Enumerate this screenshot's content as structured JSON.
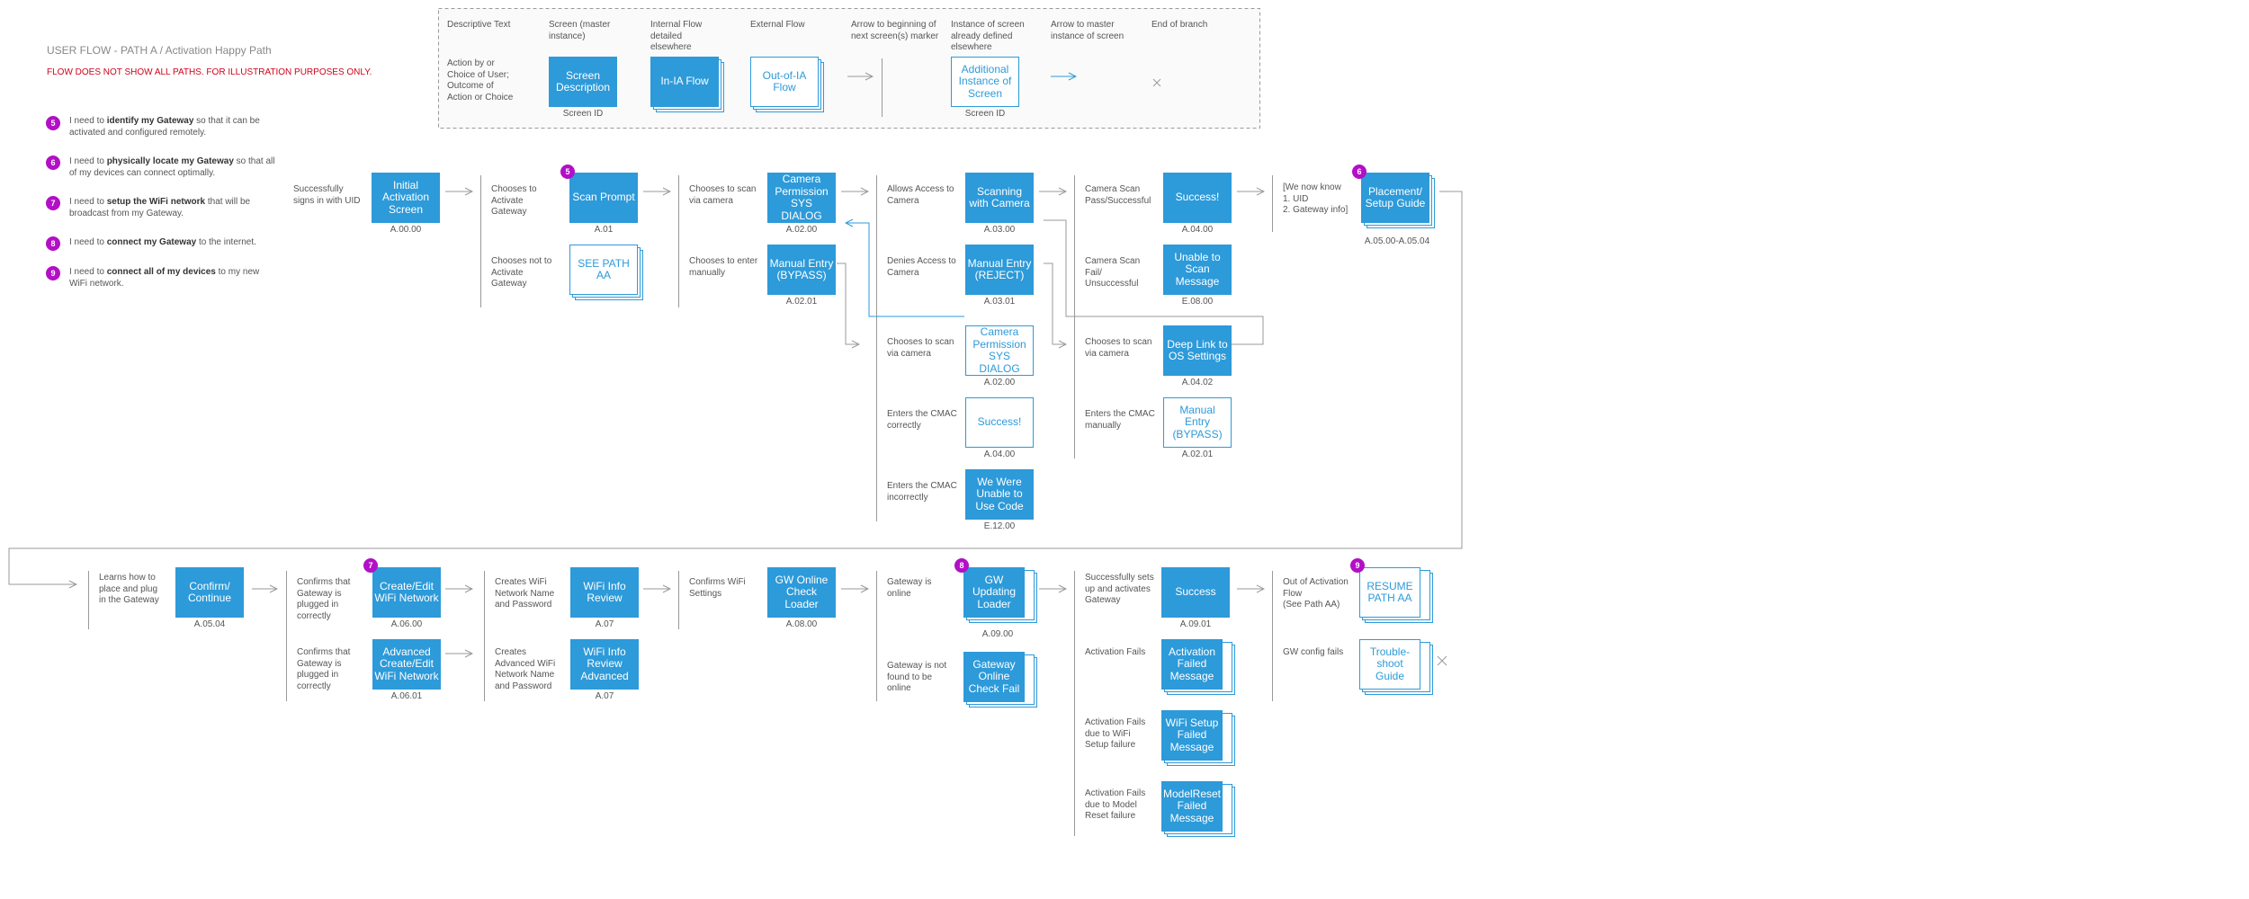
{
  "header": {
    "title": "USER FLOW - PATH A / Activation Happy Path",
    "warning": "FLOW DOES NOT SHOW ALL PATHS.  FOR ILLUSTRATION PURPOSES ONLY."
  },
  "stories": [
    {
      "num": "5",
      "pre": "I need to ",
      "bold": "identify my Gateway",
      "post": " so that it can be activated and configured remotely."
    },
    {
      "num": "6",
      "pre": "I need to ",
      "bold": "physically locate my Gateway",
      "post": " so that all of my devices can connect optimally."
    },
    {
      "num": "7",
      "pre": "I need to ",
      "bold": "setup the WiFi network",
      "post": " that will be broadcast from my Gateway."
    },
    {
      "num": "8",
      "pre": "I need to ",
      "bold": "connect my Gateway",
      "post": " to the internet."
    },
    {
      "num": "9",
      "pre": "I need to ",
      "bold": "connect all of my devices",
      "post": " to my new WiFi network."
    }
  ],
  "legend": {
    "h_desc": "Descriptive Text",
    "h_screen": "Screen (master instance)",
    "h_internal": "Internal Flow detailed elsewhere",
    "h_external": "External Flow",
    "h_arrow_next": "Arrow to beginning of next screen(s) marker",
    "h_instance": "Instance of screen already defined elsewhere",
    "h_arrow_master": "Arrow to master instance of screen",
    "h_end": "End of branch",
    "desc_sample": "Action by or Choice of User; Outcome of Action or Choice",
    "screen_box": "Screen Description",
    "screen_id": "Screen ID",
    "internal_box": "In-IA Flow",
    "external_box": "Out-of-IA Flow",
    "instance_box": "Additional Instance of Screen",
    "instance_id": "Screen ID",
    "end_glyph": "×"
  },
  "row1": {
    "t_signin": "Successfully signs in with UID",
    "b_initial": "Initial Activation Screen",
    "id_initial": "A.00.00",
    "t_choose_act": "Chooses to Activate Gateway",
    "t_choose_not": "Chooses not to Activate Gateway",
    "b_scan_prompt": "Scan Prompt",
    "id_scan_prompt": "A.01",
    "b_see_path": "SEE PATH AA",
    "t_scan_cam": "Chooses to scan via camera",
    "t_enter_man": "Chooses to enter manually",
    "b_cam_perm": "Camera Permission SYS DIALOG",
    "id_cam_perm": "A.02.00",
    "b_manual": "Manual Entry (BYPASS)",
    "id_manual": "A.02.01",
    "t_allows": "Allows Access to Camera",
    "t_denies": "Denies Access to Camera",
    "b_scanning": "Scanning with Camera",
    "id_scanning": "A.03.00",
    "b_manual_reject": "Manual Entry (REJECT)",
    "id_manual_reject": "A.03.01",
    "t_scan_cam2": "Chooses to scan via camera",
    "b_cam_perm2": "Camera Permission SYS DIALOG",
    "id_cam_perm2": "A.02.00",
    "t_cmac_ok": "Enters the CMAC correctly",
    "b_success2": "Success!",
    "id_success2": "A.04.00",
    "t_cmac_bad": "Enters the CMAC incorrectly",
    "b_unable_code": "We Were Unable to Use Code",
    "id_unable_code": "E.12.00",
    "t_scan_pass": "Camera Scan Pass/Successful",
    "t_scan_fail": "Camera Scan Fail/ Unsuccessful",
    "b_success": "Success!",
    "id_success": "A.04.00",
    "b_unable_scan": "Unable to Scan Message",
    "id_unable_scan": "E.08.00",
    "t_scan_cam3": "Chooses to scan via camera",
    "b_deeplink": "Deep Link to OS Settings",
    "id_deeplink": "A.04.02",
    "t_cmac_man": "Enters the CMAC manually",
    "b_manual2": "Manual Entry (BYPASS)",
    "id_manual2": "A.02.01",
    "t_know": "[We now know\n1. UID\n2. Gateway info]",
    "b_placement": "Placement/ Setup Guide",
    "id_placement": "A.05.00-A.05.04",
    "badge5": "5",
    "badge6": "6"
  },
  "row2": {
    "t_learns": "Learns how to place and plug in the Gateway",
    "b_confirm": "Confirm/ Continue",
    "id_confirm": "A.05.04",
    "t_confirms1": "Confirms that Gateway is plugged in correctly",
    "t_confirms2": "Confirms that Gateway is plugged in correctly",
    "b_create": "Create/Edit WiFi Network",
    "id_create": "A.06.00",
    "b_adv_create": "Advanced Create/Edit WiFi Network",
    "id_adv_create": "A.06.01",
    "t_creates": "Creates WiFi Network Name and Password",
    "t_creates_adv": "Creates Advanced WiFi Network Name and Password",
    "b_review": "WiFi Info Review",
    "id_review": "A.07",
    "b_review_adv": "WiFi Info Review Advanced",
    "id_review_adv": "A.07",
    "t_confirms_wifi": "Confirms WiFi Settings",
    "b_gw_check": "GW Online Check Loader",
    "id_gw_check": "A.08.00",
    "t_online": "Gateway is online",
    "t_not_online": "Gateway is not found to be online",
    "b_gw_loader": "GW Updating Loader",
    "id_gw_loader": "A.09.00",
    "b_gw_fail": "Gateway Online Check Fail",
    "t_success_act": "Successfully sets up and activates Gateway",
    "t_act_fails": "Activation Fails",
    "t_act_fails_wifi": "Activation Fails due to WiFi Setup failure",
    "t_act_fails_model": "Activation Fails due to Model Reset failure",
    "b_success": "Success",
    "id_success": "A.09.01",
    "b_act_failed": "Activation Failed Message",
    "b_wifi_failed": "WiFi Setup Failed Message",
    "b_model_failed": "ModelReset Failed Message",
    "t_out_flow": "Out of Activation Flow\n(See Path AA)",
    "t_gw_config": "GW config fails",
    "b_resume": "RESUME PATH AA",
    "b_trouble": "Trouble- shoot Guide",
    "end_glyph": "×",
    "badge7": "7",
    "badge8": "8",
    "badge9": "9"
  },
  "colors": {
    "blue": "#2d9ad9",
    "magenta": "#b20fc6",
    "red": "#d0021b",
    "gray": "#999999"
  }
}
